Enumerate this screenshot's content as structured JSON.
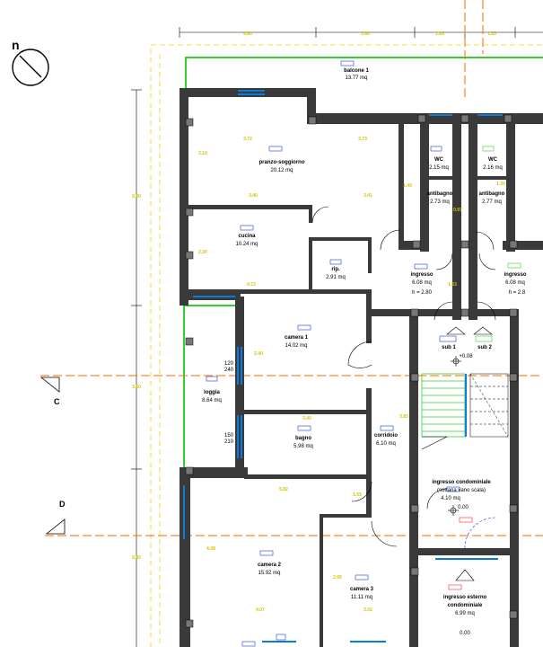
{
  "north": {
    "label": "n"
  },
  "sections": {
    "c": "C",
    "d": "D"
  },
  "rooms": {
    "balcone": {
      "name": "balcone 1",
      "area": "13.77 mq"
    },
    "pranzo": {
      "name": "pranzo-soggiorno",
      "area": "20.12 mq"
    },
    "cucina": {
      "name": "cucina",
      "area": "10.24 mq"
    },
    "rip": {
      "name": "rip.",
      "area": "2.91 mq"
    },
    "wc1": {
      "name": "WC",
      "area": "2.15 mq"
    },
    "wc2": {
      "name": "WC",
      "area": "2.16 mq"
    },
    "antibagno1": {
      "name": "antibagno",
      "area": "2.73 mq"
    },
    "antibagno2": {
      "name": "antibagno",
      "area": "2.77 mq"
    },
    "ingresso1": {
      "name": "ingresso",
      "area": "6.08 mq",
      "height": "h = 2.80"
    },
    "ingresso2": {
      "name": "ingresso",
      "area": "6.08 mq",
      "height": "h = 2.8"
    },
    "camera1": {
      "name": "camera 1",
      "area": "14.02 mq"
    },
    "loggia": {
      "name": "loggia",
      "area": "8.64 mq"
    },
    "bagno": {
      "name": "bagno",
      "area": "5.98 mq"
    },
    "corridoio": {
      "name": "corridoio",
      "area": "6.10 mq"
    },
    "sub1": {
      "name": "sub 1"
    },
    "sub2": {
      "name": "sub 2"
    },
    "ingressoCond": {
      "name": "ingresso condominiale",
      "sub": "(sottana vano scala)",
      "area": "4.10 mq"
    },
    "camera2": {
      "name": "camera 2",
      "area": "15.92 mq"
    },
    "camera3": {
      "name": "camera 3",
      "area": "11.11 mq"
    },
    "ingressoEst": {
      "name": "ingresso esterno",
      "sub": "condominiale",
      "area": "6.99 mq"
    }
  },
  "levels": {
    "scala": "+0.08",
    "ingresso": "0.00",
    "esterno": "0.00"
  },
  "window_marks": {
    "loggia_a_top": "120",
    "loggia_a_bot": "240",
    "loggia_b_top": "150",
    "loggia_b_bot": "210"
  },
  "dims_top": [
    "4.80",
    "3.60",
    "1.85",
    "1.85"
  ],
  "dims_left": [
    "5.80",
    "3.50",
    "5.85"
  ],
  "dims_inner": [
    "3.72",
    "3.73",
    "3.40",
    "3.41",
    "2.10",
    "2.30",
    "4.72",
    "3.40",
    "5.82",
    "1.55",
    "4.08",
    "4.07",
    "2.95",
    "3.02",
    "1.40",
    "1.30",
    "0.97",
    "1.53",
    "2.40",
    "3.83"
  ]
}
